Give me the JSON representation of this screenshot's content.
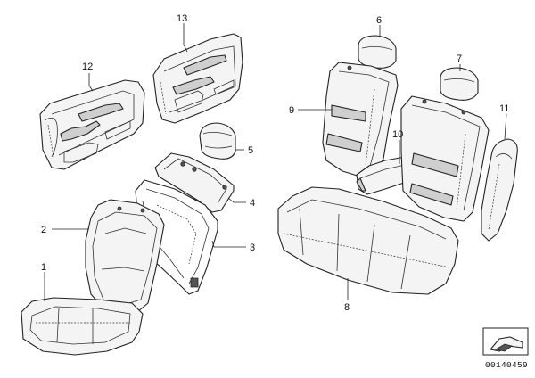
{
  "diagram": {
    "callouts": {
      "c1": "1",
      "c2": "2",
      "c3": "3",
      "c4": "4",
      "c5": "5",
      "c6": "6",
      "c7": "7",
      "c8": "8",
      "c9": "9",
      "c10": "10",
      "c11": "11",
      "c12": "12",
      "c13": "13"
    },
    "image_code": "00140459"
  }
}
